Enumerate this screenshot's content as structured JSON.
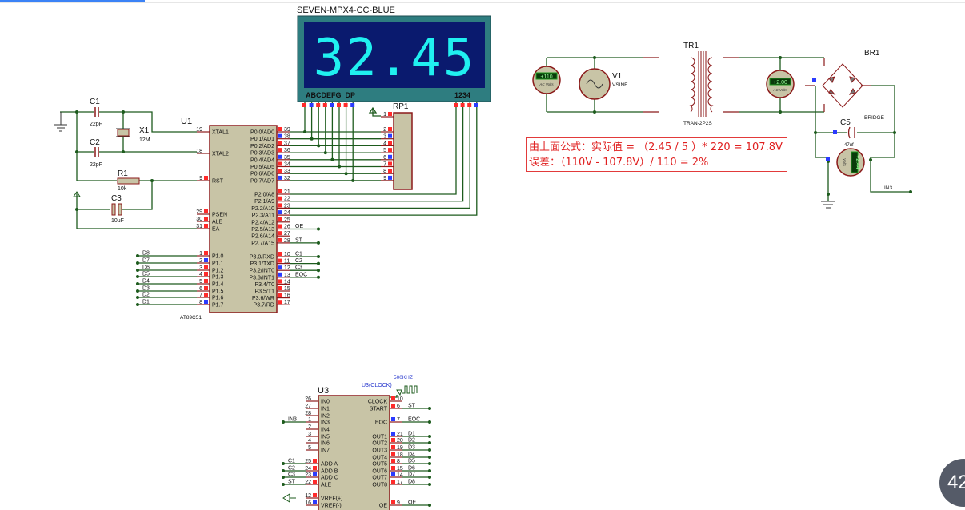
{
  "progress_percent": 15,
  "page_badge": "42",
  "colors": {
    "wire": "#1d5b1d",
    "pin_high": "#ff2b2b",
    "pin_low": "#2b3bff",
    "display_segment": "#20f0f0",
    "display_bg": "#0a1a6e",
    "display_frame": "#2e7d80",
    "note_text": "#e02020"
  },
  "display": {
    "ref": "SEVEN-MPX4-CC-BLUE",
    "digits": "32.45",
    "segment_label": "ABCDEFG  DP",
    "digit_label": "1234",
    "segment_pin_states": [
      "high",
      "low",
      "high",
      "high",
      "low",
      "high",
      "high",
      "low"
    ],
    "digit_pin_states": [
      "high",
      "high",
      "high",
      "low"
    ]
  },
  "rp1": {
    "ref": "RP1",
    "pins": [
      {
        "num": "1",
        "state": "high"
      },
      {
        "num": "2",
        "state": "high"
      },
      {
        "num": "3",
        "state": "low"
      },
      {
        "num": "4",
        "state": "high"
      },
      {
        "num": "5",
        "state": "high"
      },
      {
        "num": "6",
        "state": "low"
      },
      {
        "num": "7",
        "state": "high"
      },
      {
        "num": "8",
        "state": "high"
      },
      {
        "num": "9",
        "state": "low"
      }
    ]
  },
  "u1": {
    "ref": "U1",
    "part": "AT89C51",
    "left": [
      {
        "num": "19",
        "name": "XTAL1",
        "state": "",
        "net": ""
      },
      {
        "num": "18",
        "name": "XTAL2",
        "state": "",
        "net": ""
      },
      {
        "num": "9",
        "name": "RST",
        "state": "high",
        "net": ""
      },
      {
        "num": "29",
        "name": "PSEN",
        "state": "high",
        "net": ""
      },
      {
        "num": "30",
        "name": "ALE",
        "state": "high",
        "net": ""
      },
      {
        "num": "31",
        "name": "EA",
        "state": "high",
        "net": ""
      },
      {
        "num": "1",
        "name": "P1.0",
        "state": "high",
        "net": "D8"
      },
      {
        "num": "2",
        "name": "P1.1",
        "state": "low",
        "net": "D7"
      },
      {
        "num": "3",
        "name": "P1.2",
        "state": "high",
        "net": "D6"
      },
      {
        "num": "4",
        "name": "P1.3",
        "state": "high",
        "net": "D5"
      },
      {
        "num": "5",
        "name": "P1.4",
        "state": "high",
        "net": "D4"
      },
      {
        "num": "6",
        "name": "P1.5",
        "state": "high",
        "net": "D3"
      },
      {
        "num": "7",
        "name": "P1.6",
        "state": "high",
        "net": "D2"
      },
      {
        "num": "8",
        "name": "P1.7",
        "state": "low",
        "net": "D1"
      }
    ],
    "right": [
      {
        "num": "39",
        "name": "P0.0/AD0",
        "state": "high",
        "net": ""
      },
      {
        "num": "38",
        "name": "P0.1/AD1",
        "state": "low",
        "net": ""
      },
      {
        "num": "37",
        "name": "P0.2/AD2",
        "state": "high",
        "net": ""
      },
      {
        "num": "36",
        "name": "P0.3/AD3",
        "state": "high",
        "net": ""
      },
      {
        "num": "35",
        "name": "P0.4/AD4",
        "state": "low",
        "net": ""
      },
      {
        "num": "34",
        "name": "P0.5/AD5",
        "state": "high",
        "net": ""
      },
      {
        "num": "33",
        "name": "P0.6/AD6",
        "state": "high",
        "net": ""
      },
      {
        "num": "32",
        "name": "P0.7/AD7",
        "state": "low",
        "net": ""
      },
      {
        "num": "21",
        "name": "P2.0/A8",
        "state": "high",
        "net": ""
      },
      {
        "num": "22",
        "name": "P2.1/A9",
        "state": "high",
        "net": ""
      },
      {
        "num": "23",
        "name": "P2.2/A10",
        "state": "high",
        "net": ""
      },
      {
        "num": "24",
        "name": "P2.3/A11",
        "state": "low",
        "net": ""
      },
      {
        "num": "25",
        "name": "P2.4/A12",
        "state": "high",
        "net": ""
      },
      {
        "num": "26",
        "name": "P2.5/A13",
        "state": "high",
        "net": "OE"
      },
      {
        "num": "27",
        "name": "P2.6/A14",
        "state": "high",
        "net": ""
      },
      {
        "num": "28",
        "name": "P2.7/A15",
        "state": "high",
        "net": "ST"
      },
      {
        "num": "10",
        "name": "P3.0/RXD",
        "state": "high",
        "net": "C1"
      },
      {
        "num": "11",
        "name": "P3.1/TXD",
        "state": "high",
        "net": "C2"
      },
      {
        "num": "12",
        "name": "P3.2/INT0",
        "state": "low",
        "net": "C3"
      },
      {
        "num": "13",
        "name": "P3.3/INT1",
        "state": "low",
        "net": "EOC"
      },
      {
        "num": "14",
        "name": "P3.4/T0",
        "state": "high",
        "net": ""
      },
      {
        "num": "15",
        "name": "P3.5/T1",
        "state": "high",
        "net": ""
      },
      {
        "num": "16",
        "name": "P3.6/WR",
        "state": "high",
        "net": ""
      },
      {
        "num": "17",
        "name": "P3.7/RD",
        "state": "high",
        "net": ""
      }
    ]
  },
  "passives": {
    "c1": {
      "ref": "C1",
      "value": "22pF"
    },
    "c2": {
      "ref": "C2",
      "value": "22pF"
    },
    "x1": {
      "ref": "X1",
      "value": "12M"
    },
    "r1": {
      "ref": "R1",
      "value": "10k"
    },
    "c3": {
      "ref": "C3",
      "value": "10uF"
    },
    "c5": {
      "ref": "C5",
      "value": "47uf"
    }
  },
  "u3": {
    "ref": "U3",
    "clock_label": "U3(CLOCK)",
    "clock_freq": "500KHZ",
    "left": [
      {
        "num": "26",
        "name": "IN0",
        "state": "",
        "net": ""
      },
      {
        "num": "27",
        "name": "IN1",
        "state": "",
        "net": ""
      },
      {
        "num": "28",
        "name": "IN2",
        "state": "",
        "net": ""
      },
      {
        "num": "1",
        "name": "IN3",
        "state": "",
        "net": "IN3"
      },
      {
        "num": "2",
        "name": "IN4",
        "state": "",
        "net": ""
      },
      {
        "num": "3",
        "name": "IN5",
        "state": "",
        "net": ""
      },
      {
        "num": "4",
        "name": "IN6",
        "state": "",
        "net": ""
      },
      {
        "num": "5",
        "name": "IN7",
        "state": "",
        "net": ""
      },
      {
        "num": "25",
        "name": "ADD A",
        "state": "high",
        "net": "C1"
      },
      {
        "num": "24",
        "name": "ADD B",
        "state": "high",
        "net": "C2"
      },
      {
        "num": "23",
        "name": "ADD C",
        "state": "low",
        "net": "C3"
      },
      {
        "num": "22",
        "name": "ALE",
        "state": "high",
        "net": "ST"
      },
      {
        "num": "12",
        "name": "VREF(+)",
        "state": "high",
        "net": ""
      },
      {
        "num": "16",
        "name": "VREF(-)",
        "state": "low",
        "net": ""
      }
    ],
    "right": [
      {
        "num": "10",
        "name": "CLOCK",
        "state": "high",
        "net": ""
      },
      {
        "num": "6",
        "name": "START",
        "state": "high",
        "net": "ST"
      },
      {
        "num": "7",
        "name": "EOC",
        "state": "low",
        "net": "EOC"
      },
      {
        "num": "21",
        "name": "OUT1",
        "state": "low",
        "net": "D1"
      },
      {
        "num": "20",
        "name": "OUT2",
        "state": "high",
        "net": "D2"
      },
      {
        "num": "19",
        "name": "OUT3",
        "state": "high",
        "net": "D3"
      },
      {
        "num": "18",
        "name": "OUT4",
        "state": "high",
        "net": "D4"
      },
      {
        "num": "8",
        "name": "OUT5",
        "state": "high",
        "net": "D5"
      },
      {
        "num": "15",
        "name": "OUT6",
        "state": "high",
        "net": "D6"
      },
      {
        "num": "14",
        "name": "OUT7",
        "state": "low",
        "net": "D7"
      },
      {
        "num": "17",
        "name": "OUT8",
        "state": "high",
        "net": "D8"
      },
      {
        "num": "9",
        "name": "OE",
        "state": "high",
        "net": "OE"
      }
    ]
  },
  "power": {
    "vm1": {
      "reading": "+110",
      "unit": "AC Volts"
    },
    "v1": {
      "ref": "V1",
      "type": "VSINE"
    },
    "tr1": {
      "ref": "TR1",
      "part": "TRAN-2P2S"
    },
    "vm2": {
      "reading": "+2.00",
      "unit": "AC Volts"
    },
    "br1": {
      "ref": "BR1",
      "part": "BRIDGE"
    },
    "vm3": {
      "reading": "+2.44",
      "unit": "Volts"
    },
    "out_net": "IN3"
  },
  "note": {
    "line1": "由上面公式：实际值 = （2.45 / 5 ）* 220 = 107.8V",
    "line2": "误差：（110V - 107.8V）/ 110 = 2%"
  }
}
